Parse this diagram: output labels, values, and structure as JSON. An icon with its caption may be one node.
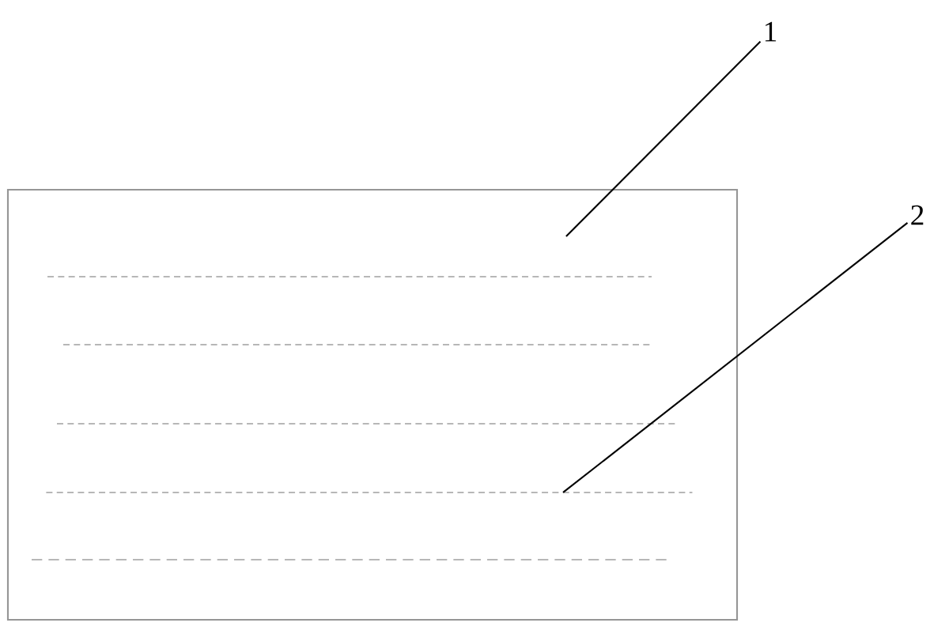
{
  "diagram": {
    "nodes": [
      {
        "text": [
          "1"
        ]
      },
      {
        "text": [
          "2"
        ]
      },
      {
        "text": [],
        "shape": "box"
      },
      {
        "text": [],
        "shape": "line",
        "in": 2
      }
    ],
    "edges": [
      {
        "from": 0,
        "to": 2,
        "arrow": "none"
      },
      {
        "from": 1,
        "to": 3,
        "arrow": "none"
      }
    ]
  }
}
